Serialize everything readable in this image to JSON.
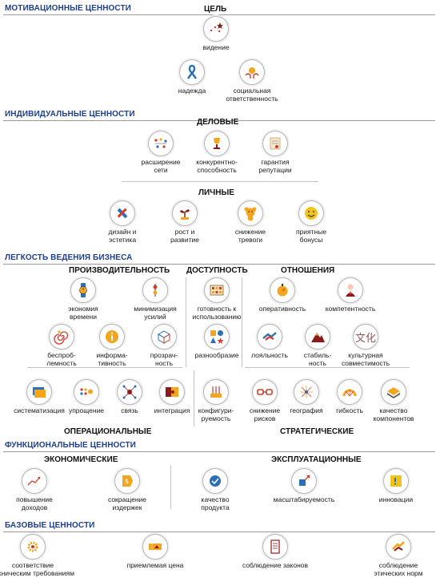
{
  "sections": {
    "motivational": "МОТИВАЦИОННЫЕ ЦЕННОСТИ",
    "individual": "ИНДИВИДУАЛЬНЫЕ ЦЕННОСТИ",
    "ease": "ЛЕГКОСТЬ ВЕДЕНИЯ БИЗНЕСА",
    "functional": "ФУНКЦИОНАЛЬНЫЕ ЦЕННОСТИ",
    "base": "БАЗОВЫЕ ЦЕННОСТИ"
  },
  "subheads": {
    "goal": "ЦЕЛЬ",
    "business": "ДЕЛОВЫЕ",
    "personal": "ЛИЧНЫЕ",
    "productivity": "ПРОИЗВОДИТЕЛЬНОСТЬ",
    "availability": "ДОСТУПНОСТЬ",
    "relations": "ОТНОШЕНИЯ",
    "operational": "ОПЕРАЦИОНАЛЬНЫЕ",
    "strategic": "СТРАТЕГИЧЕСКИЕ",
    "economic": "ЭКОНОМИЧЕСКИЕ",
    "exploitation": "ЭКСПЛУАТАЦИОННЫЕ"
  },
  "items": {
    "vision": "видение",
    "hope": "надежда",
    "social": "социальная\nответственность",
    "network": "расширение\nсети",
    "competitive": "конкурентно-\nспособность",
    "reputation": "гарантия\nрепутации",
    "design": "дизайн и\nэстетика",
    "growth": "рост и\nразвитие",
    "anxiety": "снижение\nтревоги",
    "bonuses": "приятные\nбонусы",
    "time": "экономия\nвремени",
    "effort": "минимизация\nусилий",
    "ready": "готовность к\nиспользованию",
    "speed": "оперативность",
    "competence": "компетентность",
    "trouble": "беспроб-\nлемность",
    "inform": "информа-\nтивность",
    "transparency": "прозрач-\nность",
    "variety": "разнообразие",
    "loyalty": "лояльность",
    "stability": "стабиль-\nность",
    "culture": "культурная\nсовместимость",
    "system": "систематизация",
    "simplify": "упрощение",
    "link": "связь",
    "integration": "интеграция",
    "config": "конфигури-\nруемость",
    "risk": "снижение\nрисков",
    "geo": "география",
    "flex": "гибкость",
    "components": "качество\nкомпонентов",
    "income": "повышение\nдоходов",
    "costs": "сокращение\nиздержек",
    "quality": "качество\nпродукта",
    "scale": "масштабируемость",
    "innovation": "инновации",
    "tech": "соответствие\nтехническим требованиям",
    "price": "приемлемая цена",
    "laws": "соблюдение законов",
    "ethics": "соблюдение\nэтических норм"
  },
  "colors": {
    "section": "#1e3f8f",
    "accent": "#f2a51d",
    "red": "#d23b2b",
    "blue": "#2b6fb6"
  }
}
